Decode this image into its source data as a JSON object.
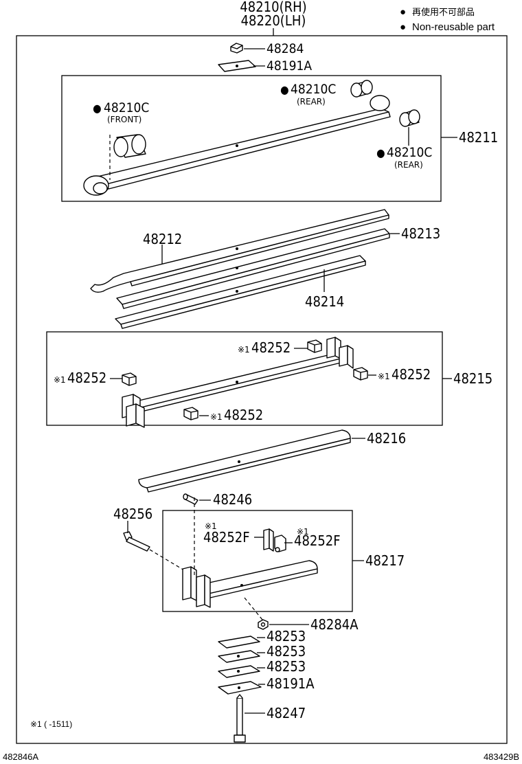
{
  "header": {
    "part_rh": "48210(RH)",
    "part_lh": "48220(LH)"
  },
  "legend": {
    "marker": "●",
    "japanese": "再使用不可部品",
    "english": "Non-reusable part"
  },
  "labels": {
    "nut_top": "48284",
    "plate_top": "48191A",
    "bushing_rear_1": "48210C",
    "bushing_rear_1_sub": "(REAR)",
    "bushing_front": "48210C",
    "bushing_front_sub": "(FRONT)",
    "bushing_rear_2": "48210C",
    "bushing_rear_2_sub": "(REAR)",
    "leaf_main": "48211",
    "leaf_2": "48212",
    "leaf_3": "48213",
    "leaf_4": "48214",
    "clip_1": "48252",
    "clip_2": "48252",
    "clip_3": "48252",
    "clip_4": "48252",
    "leaf_5": "48215",
    "leaf_6": "48216",
    "pin": "48246",
    "bolt": "48256",
    "clip_f1": "48252F",
    "clip_f2": "48252F",
    "leaf_7": "48217",
    "nut_bottom": "48284A",
    "spacer_1": "48253",
    "spacer_2": "48253",
    "spacer_3": "48253",
    "plate_bottom": "48191A",
    "center_bolt": "48247",
    "note_mark": "※1",
    "note_mark_small": "※1",
    "footnote": "※1 (      -1511)"
  },
  "footer": {
    "left_code": "482846A",
    "right_code": "483429B"
  }
}
